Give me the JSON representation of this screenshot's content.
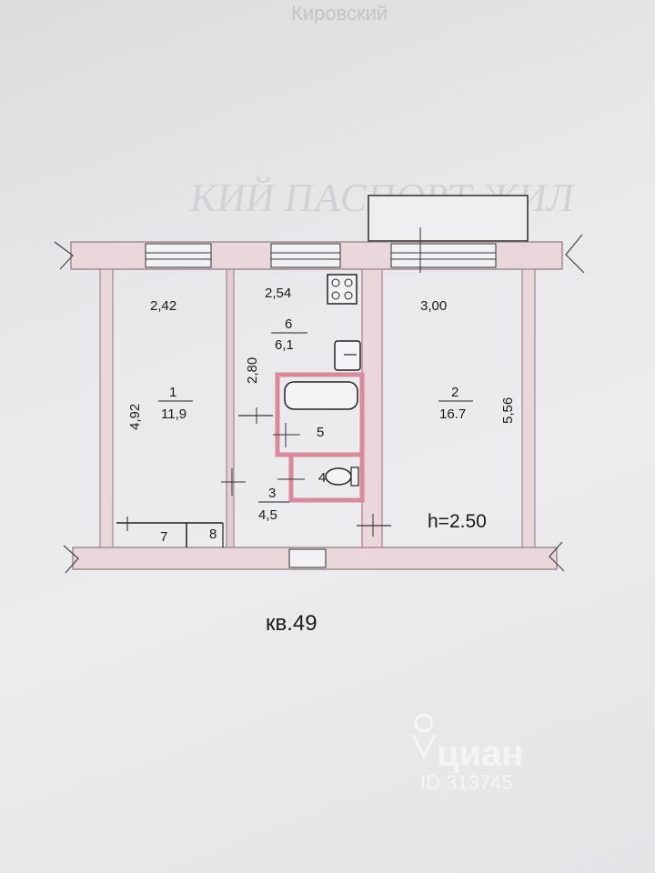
{
  "header_text": "Кировский",
  "background_title": "КИЙ ПАСПОРТ ЖИЛ",
  "apartment_label": "кв.49",
  "ceiling_height": "h=2.50",
  "dimensions": {
    "room1_width": "2,42",
    "room1_length": "4,92",
    "kitchen_width": "2,54",
    "kitchen_length": "2,80",
    "room2_width": "3,00",
    "room2_length": "5,56"
  },
  "rooms": [
    {
      "number": "1",
      "area": "11,9"
    },
    {
      "number": "2",
      "area": "16.7"
    },
    {
      "number": "3",
      "area": "4,5"
    },
    {
      "number": "4",
      "area": ""
    },
    {
      "number": "5",
      "area": ""
    },
    {
      "number": "6",
      "area": "6,1"
    },
    {
      "number": "7",
      "area": ""
    },
    {
      "number": "8",
      "area": ""
    }
  ],
  "watermark": {
    "brand": "циан",
    "id_text": "ID 313745"
  },
  "colors": {
    "wall_fill": "#e9d7db",
    "wall_stroke": "#8a7a7e",
    "pink_accent": "#d98a9a",
    "line": "#222222"
  }
}
